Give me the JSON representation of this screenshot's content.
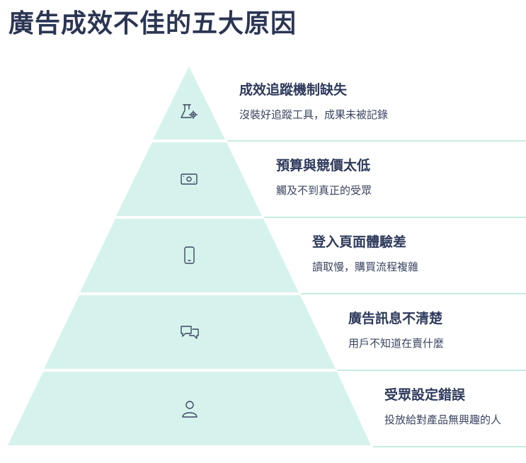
{
  "title": "廣告成效不佳的五大原因",
  "colors": {
    "tier_fill": "#d5f3ec",
    "title_text": "#2b3553",
    "heading_text": "#2e3a5c",
    "desc_text": "#3b4561",
    "icon_stroke": "#3d4663",
    "divider": "#c7ece3"
  },
  "tiers": [
    {
      "heading": "成效追蹤機制缺失",
      "description": "沒裝好追蹤工具，成果未被記錄",
      "icon": "flask-gear-icon"
    },
    {
      "heading": "預算與競價太低",
      "description": "觸及不到真正的受眾",
      "icon": "money-icon"
    },
    {
      "heading": "登入頁面體驗差",
      "description": "讀取慢，購買流程複雜",
      "icon": "mobile-phone-icon"
    },
    {
      "heading": "廣告訊息不清楚",
      "description": "用戶不知道在賣什麼",
      "icon": "chat-bubbles-icon"
    },
    {
      "heading": "受眾設定錯誤",
      "description": "投放給對產品無興趣的人",
      "icon": "user-icon"
    }
  ]
}
